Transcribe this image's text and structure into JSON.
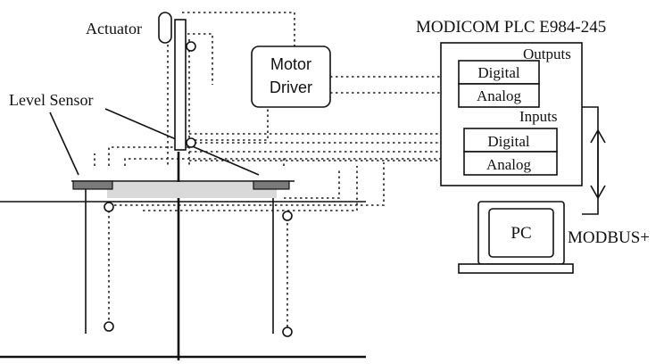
{
  "labels": {
    "actuator": "Actuator",
    "level_sensor": "Level Sensor",
    "motor_driver_line1": "Motor",
    "motor_driver_line2": "Driver",
    "plc_title": "MODICOM PLC E984-245",
    "outputs": "Outputs",
    "inputs": "Inputs",
    "outputs_digital": "Digital",
    "outputs_analog": "Analog",
    "inputs_digital": "Digital",
    "inputs_analog": "Analog",
    "pc": "PC",
    "modbus": "MODBUS+"
  },
  "colors": {
    "line": "#111111",
    "sensor": "#7a7a7a",
    "plate": "#d9d9d9"
  }
}
